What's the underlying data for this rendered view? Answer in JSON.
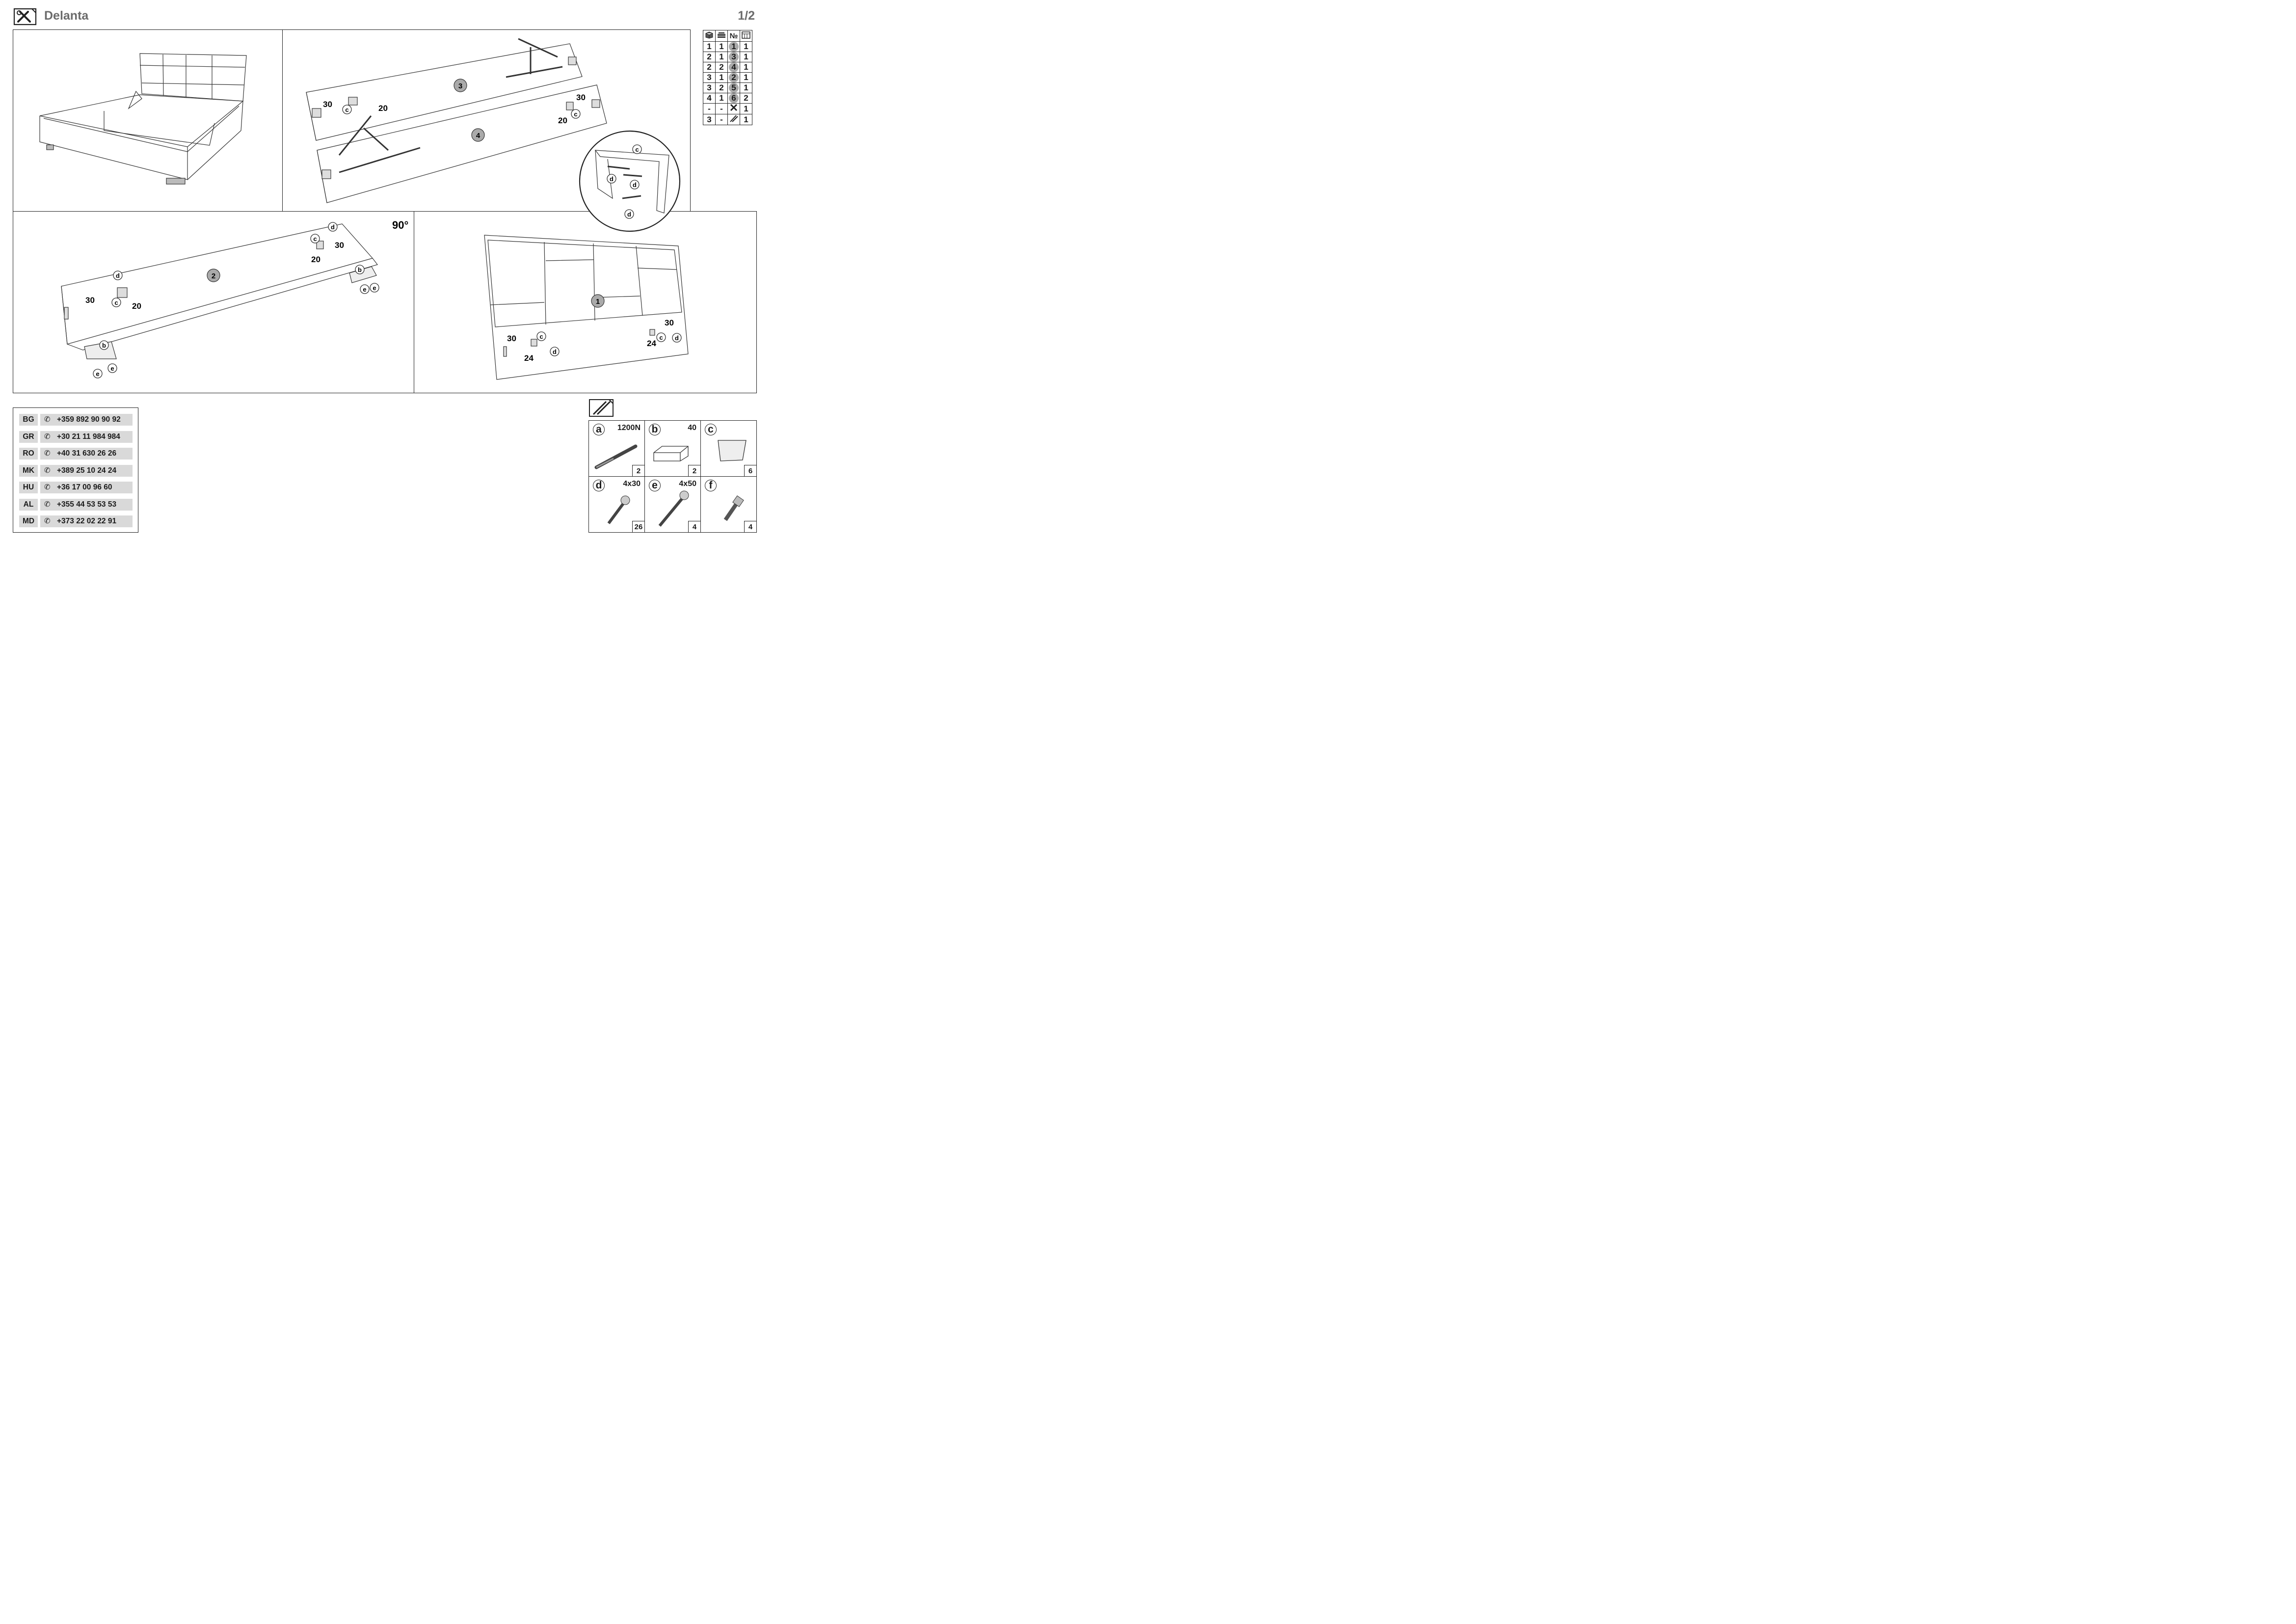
{
  "header": {
    "title": "Delanta",
    "page": "1/2",
    "icon": "tools-icon"
  },
  "parts_table": {
    "headers": [
      "box-icon",
      "stack-icon",
      "№",
      "calendar-icon"
    ],
    "rows": [
      [
        "1",
        "1",
        "1",
        "1"
      ],
      [
        "2",
        "1",
        "3",
        "1"
      ],
      [
        "2",
        "2",
        "4",
        "1"
      ],
      [
        "3",
        "1",
        "2",
        "1"
      ],
      [
        "3",
        "2",
        "5",
        "1"
      ],
      [
        "4",
        "1",
        "6",
        "2"
      ],
      [
        "-",
        "-",
        "tools-icon",
        "1"
      ],
      [
        "3",
        "-",
        "hardware-icon",
        "1"
      ]
    ]
  },
  "steps": {
    "p2": {
      "part3": "3",
      "part4": "4",
      "d30a": "30",
      "d20a": "20",
      "d30b": "30",
      "d20b": "20",
      "c": "c",
      "d": "d"
    },
    "p3": {
      "part2": "2",
      "rotate": "90°",
      "d30a": "30",
      "d20a": "20",
      "d30b": "30",
      "d20b": "20",
      "b": "b",
      "c": "c",
      "d": "d",
      "e": "e"
    },
    "p4": {
      "part1": "1",
      "d30a": "30",
      "d24a": "24",
      "d30b": "30",
      "d24b": "24",
      "c": "c",
      "d": "d"
    }
  },
  "phones": [
    {
      "code": "BG",
      "number": "+359 892 90 90 92"
    },
    {
      "code": "GR",
      "number": "+30 21 11 984 984"
    },
    {
      "code": "RO",
      "number": "+40 31 630 26 26"
    },
    {
      "code": "MK",
      "number": "+389 25 10 24 24"
    },
    {
      "code": "HU",
      "number": "+36 17 00 96 60"
    },
    {
      "code": "AL",
      "number": "+355 44 53 53 53"
    },
    {
      "code": "MD",
      "number": "+373 22 02 22 91"
    }
  ],
  "hardware": [
    {
      "letter": "a",
      "spec": "1200N",
      "qty": "2",
      "icon": "gas-spring-icon"
    },
    {
      "letter": "b",
      "spec": "40",
      "qty": "2",
      "icon": "leg-block-icon"
    },
    {
      "letter": "c",
      "spec": "",
      "qty": "6",
      "icon": "bracket-icon"
    },
    {
      "letter": "d",
      "spec": "4x30",
      "qty": "26",
      "icon": "screw-icon"
    },
    {
      "letter": "e",
      "spec": "4x50",
      "qty": "4",
      "icon": "long-screw-icon"
    },
    {
      "letter": "f",
      "spec": "",
      "qty": "4",
      "icon": "bolt-icon"
    }
  ]
}
